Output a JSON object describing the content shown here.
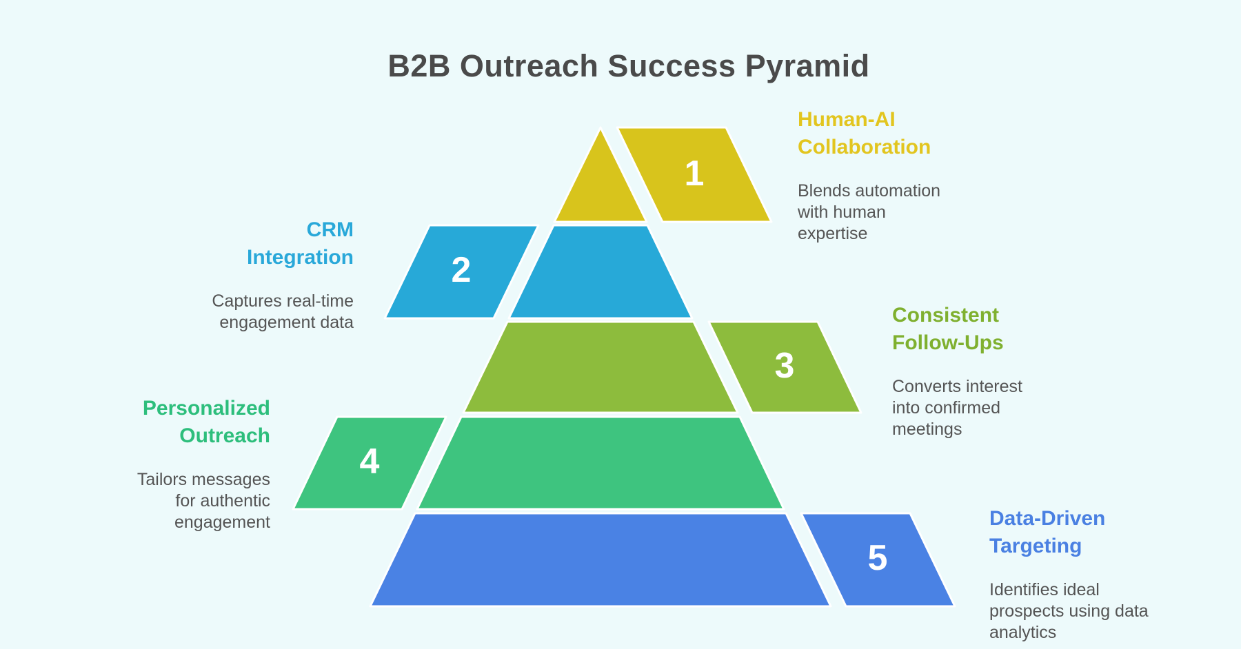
{
  "background_color": "#edfafb",
  "title": {
    "text": "B2B Outreach Success Pyramid",
    "color": "#4a4a4a"
  },
  "number_text_color": "#ffffff",
  "description_color": "#545454",
  "levels": [
    {
      "number": "1",
      "heading": "Human-AI\nCollaboration",
      "description": "Blends automation\nwith human\nexpertise",
      "shape_color": "#d8c41c",
      "heading_color": "#e2c51f",
      "side": "right"
    },
    {
      "number": "2",
      "heading": "CRM\nIntegration",
      "description": "Captures real-time\nengagement data",
      "shape_color": "#27a9d8",
      "heading_color": "#29a8d9",
      "side": "left"
    },
    {
      "number": "3",
      "heading": "Consistent\nFollow-Ups",
      "description": "Converts interest\ninto confirmed\nmeetings",
      "shape_color": "#8dbc3d",
      "heading_color": "#7fb02f",
      "side": "right"
    },
    {
      "number": "4",
      "heading": "Personalized\nOutreach",
      "description": "Tailors messages\nfor authentic\nengagement",
      "shape_color": "#3ec47f",
      "heading_color": "#2dbe7c",
      "side": "left"
    },
    {
      "number": "5",
      "heading": "Data-Driven\nTargeting",
      "description": "Identifies ideal\nprospects using data\nanalytics",
      "shape_color": "#4a82e4",
      "heading_color": "#4a80e2",
      "side": "right"
    }
  ]
}
